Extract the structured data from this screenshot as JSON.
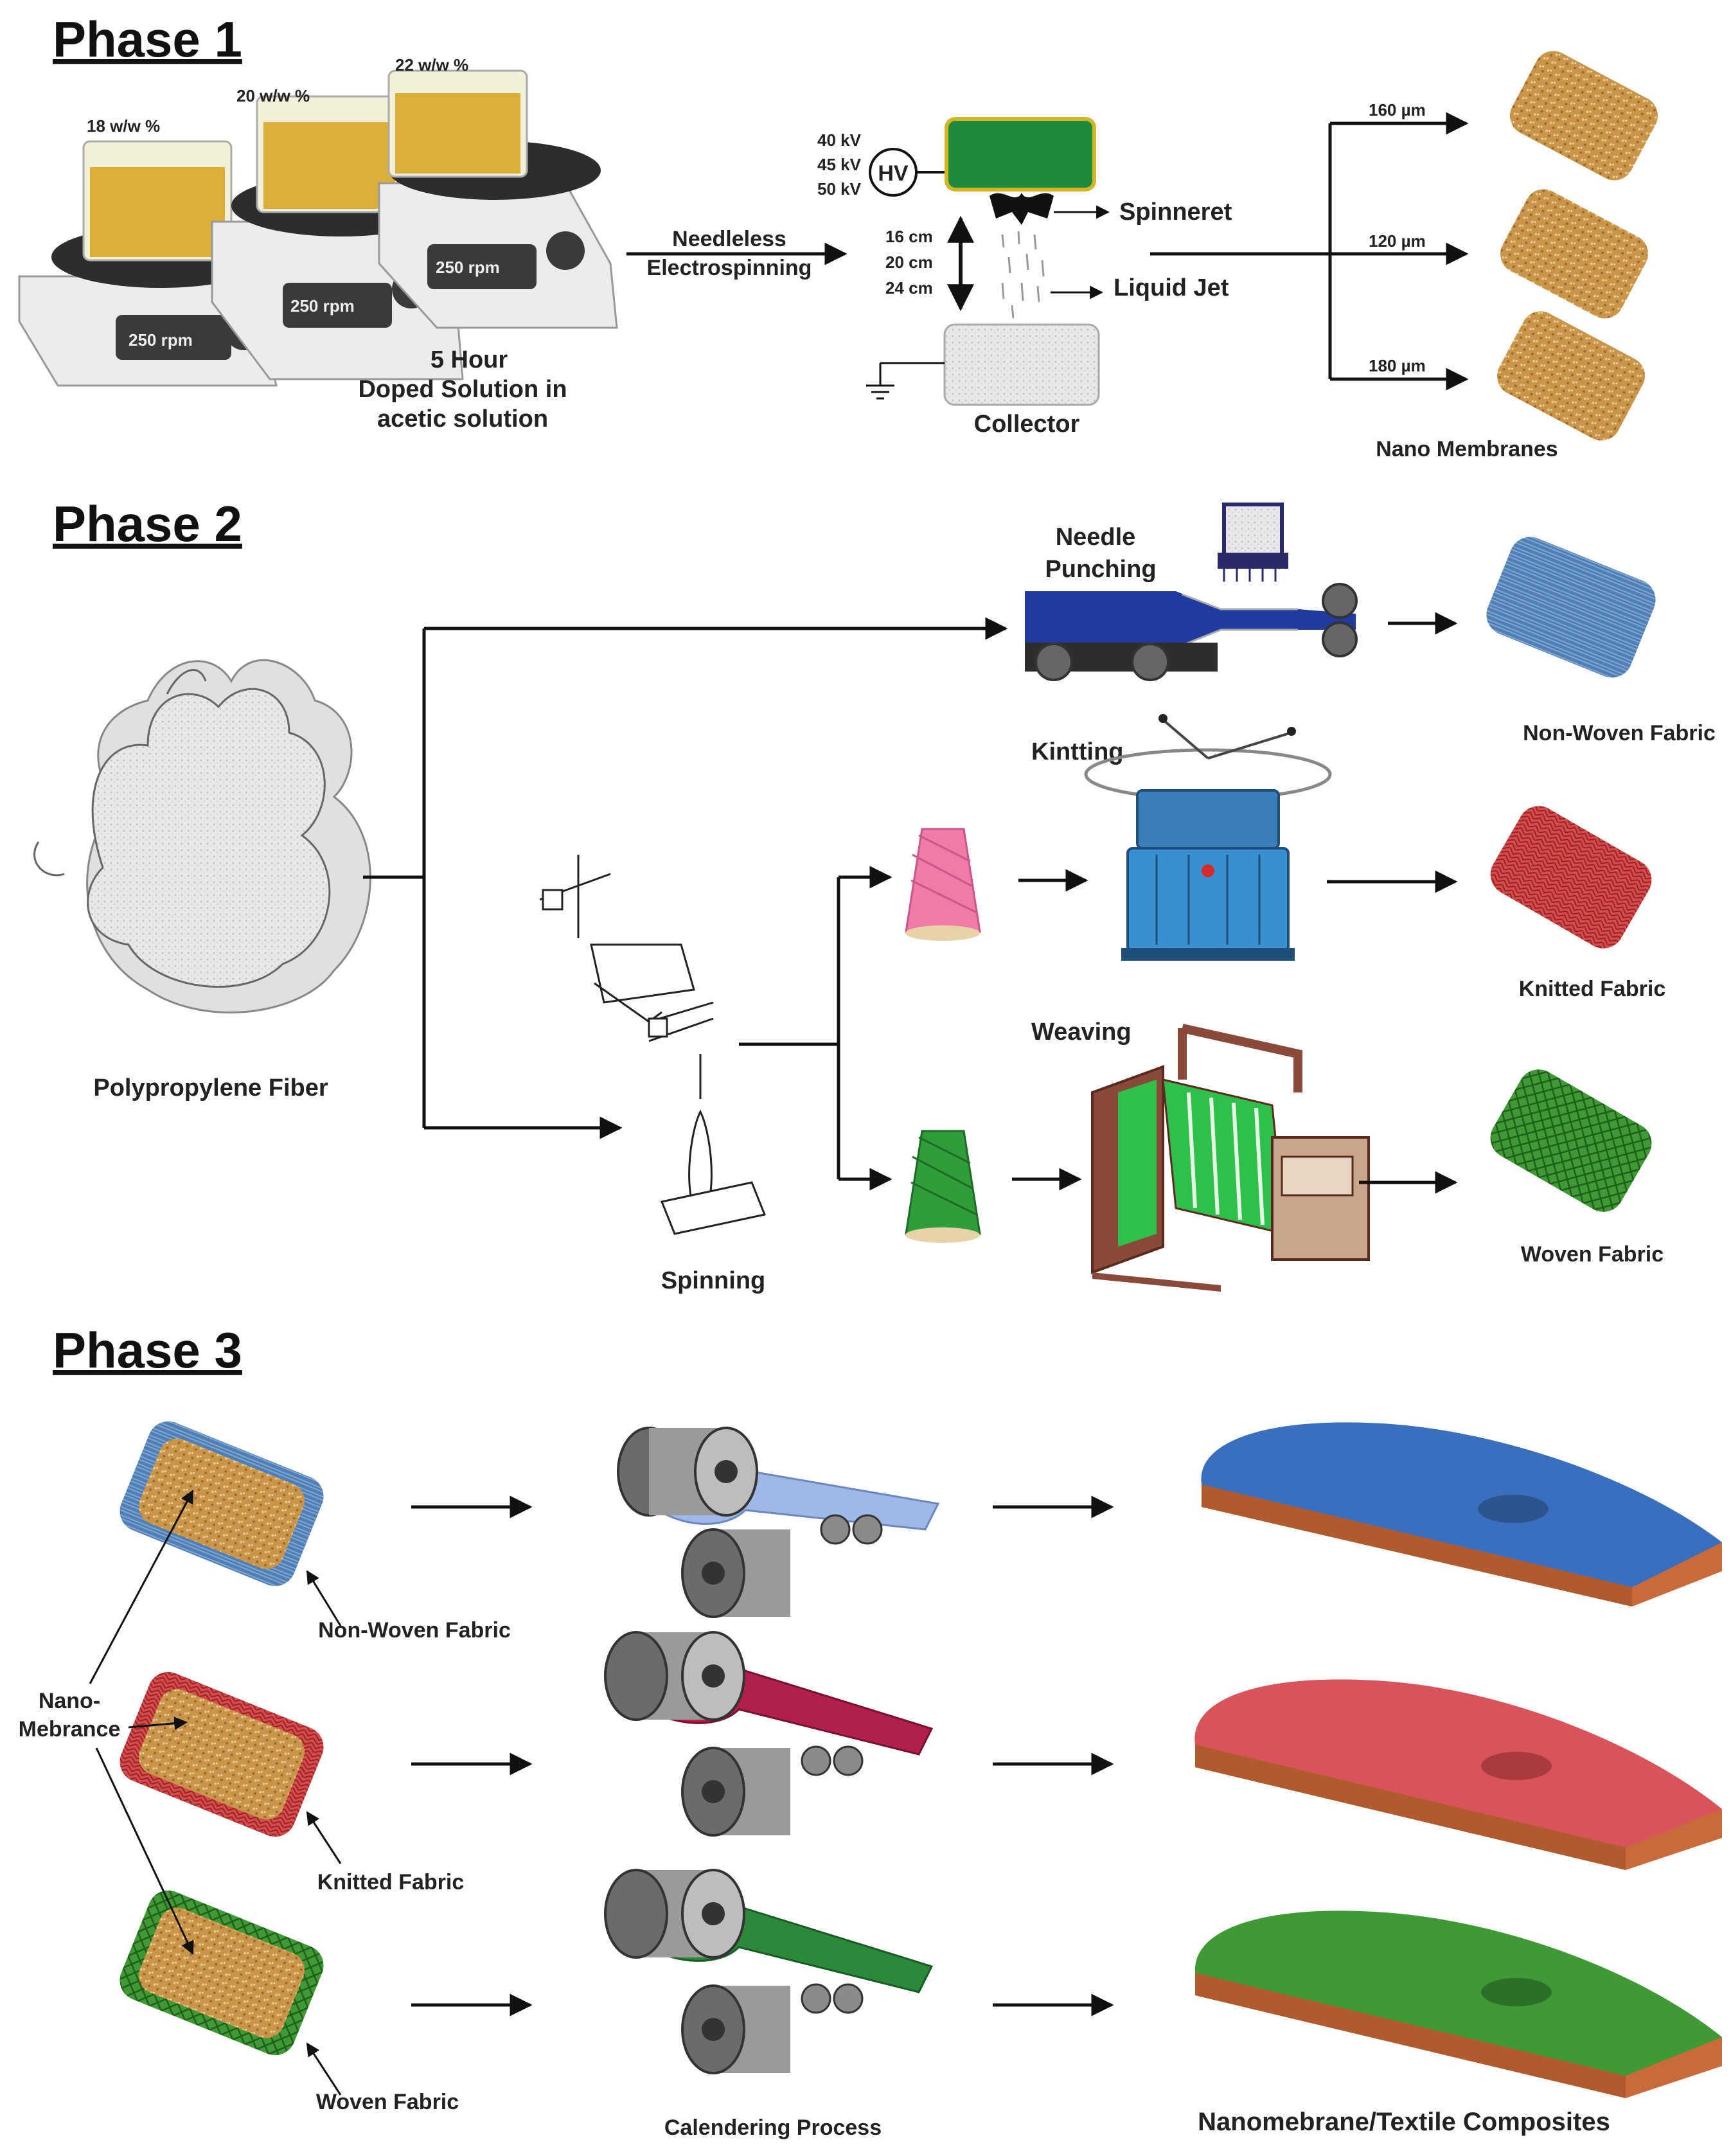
{
  "phase1": {
    "title": "Phase 1",
    "beakers": [
      "18 w/w %",
      "20 w/w %",
      "22 w/w %"
    ],
    "rpm": [
      "250 rpm",
      "250 rpm",
      "250 rpm"
    ],
    "solution_caption": [
      "5 Hour",
      "Doped Solution in",
      "acetic solution"
    ],
    "process_label": [
      "Needleless",
      "Electrospinning"
    ],
    "voltages": [
      "40 kV",
      "45 kV",
      "50 kV"
    ],
    "hv": "HV",
    "distances": [
      "16 cm",
      "20 cm",
      "24 cm"
    ],
    "spinneret": "Spinneret",
    "liquid_jet": "Liquid Jet",
    "collector": "Collector",
    "thickness": [
      "160 µm",
      "120 µm",
      "180 µm"
    ],
    "membranes": "Nano Membranes"
  },
  "phase2": {
    "title": "Phase 2",
    "fiber": "Polypropylene Fiber",
    "needle_punching": [
      "Needle",
      "Punching"
    ],
    "nonwoven": "Non-Woven Fabric",
    "spinning": "Spinning",
    "knitting": "Kintting",
    "knitted": "Knitted Fabric",
    "weaving": "Weaving",
    "woven": "Woven Fabric"
  },
  "phase3": {
    "title": "Phase 3",
    "nano": [
      "Nano-",
      "Mebrance"
    ],
    "nonwoven": "Non-Woven Fabric",
    "knitted": "Knitted Fabric",
    "woven": "Woven Fabric",
    "calendering": "Calendering Process",
    "composites": "Nanomebrane/Textile Composites"
  },
  "colors": {
    "membrane": "#c8954a",
    "nonwoven": "#4f7fb5",
    "knitted": "#d94a4a",
    "woven": "#3f9a35",
    "roller": "#6b6b6b",
    "wood": "#8a4a3a",
    "copper": "#c86a3a"
  }
}
